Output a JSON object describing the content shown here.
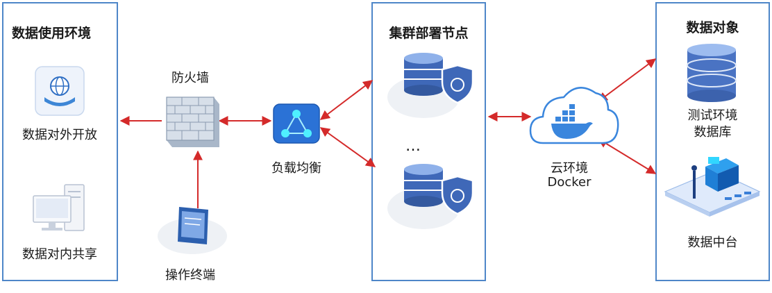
{
  "panels": {
    "left_title": "数据使用环境",
    "middle_title": "集群部署节点",
    "right_title": "数据对象"
  },
  "nodes": {
    "open_external": "数据对外开放",
    "share_internal": "数据对内共享",
    "firewall": "防火墙",
    "terminal": "操作终端",
    "load_balance": "负载均衡",
    "ellipsis": "…",
    "cloud_line1": "云环境",
    "cloud_line2": "Docker",
    "testdb_line1": "测试环境",
    "testdb_line2": "数据库",
    "data_platform": "数据中台"
  },
  "icons": {
    "open_external": "globe-hand-icon",
    "share_internal": "desktop-computer-icon",
    "firewall": "brick-firewall-icon",
    "terminal": "tablet-terminal-icon",
    "load_balance": "network-triangle-icon",
    "cluster_node": "database-shield-icon",
    "cloud": "docker-cloud-icon",
    "database": "database-cylinder-icon",
    "data_platform": "isometric-platform-icon"
  },
  "colors": {
    "panel_border": "#4e86c8",
    "arrow": "#d42a2a",
    "db_blue": "#3f68b8",
    "accent_blue": "#2f7fd8"
  }
}
